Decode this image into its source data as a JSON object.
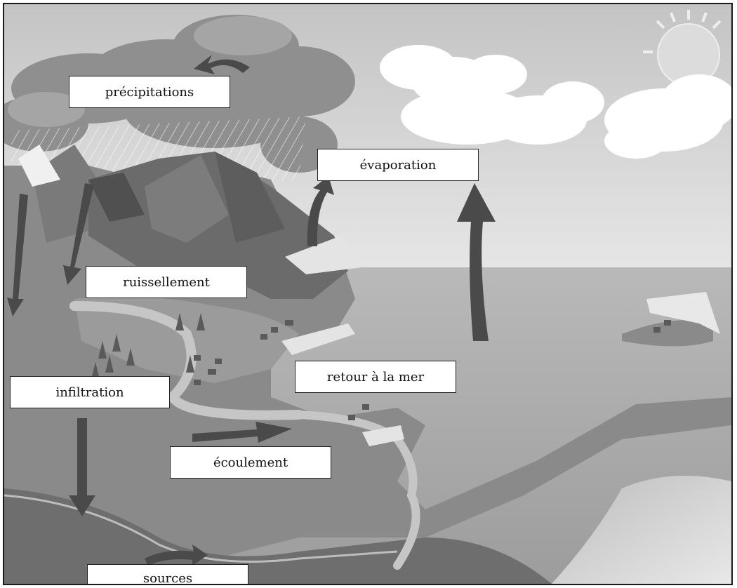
{
  "labels": {
    "precipitations": "précipitations",
    "evaporation": "évaporation",
    "ruissellement": "ruissellement",
    "infiltration": "infiltration",
    "retour": "retour à la mer",
    "ecoulement": "écoulement",
    "sources": "sources"
  },
  "colors": {
    "sky_top": "#c9c9c9",
    "sky_bottom": "#e2e2e2",
    "sea": "#a9a9a9",
    "land": "#8c8c8c",
    "mountain": "#6f6f6f",
    "arrow": "#4a4a4a",
    "cloud_dark": "#8a8a8a",
    "cloud_light": "#ffffff"
  },
  "icons": [
    "sun-icon",
    "cloud-icon",
    "rain-icon",
    "mountain-icon",
    "tree-icon",
    "arrow-icon"
  ]
}
